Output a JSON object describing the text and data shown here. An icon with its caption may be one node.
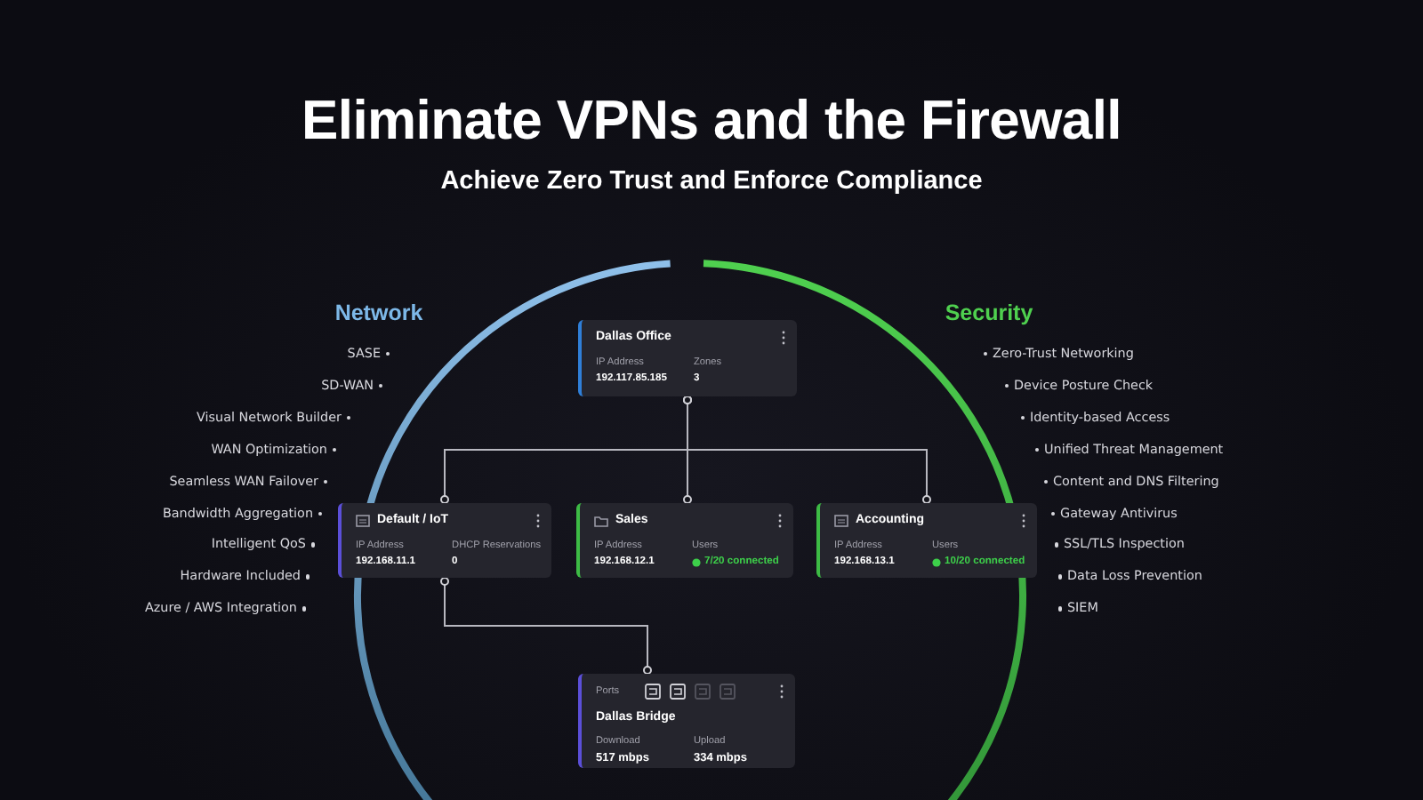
{
  "diagram": {
    "title": "Eliminate VPNs and the Firewall",
    "nodes": [
      {
        "text": [
          "Dallas Office",
          "IP Address",
          "192.117.85.185",
          "Zones",
          "3"
        ]
      },
      {
        "text": [
          "Default / IoT",
          "IP Address",
          "192.168.11.1",
          "DHCP Reservations",
          "0"
        ]
      },
      {
        "text": [
          "Sales",
          "IP Address",
          "192.168.12.1",
          "Users",
          "7/20 connected"
        ]
      },
      {
        "text": [
          "Accounting",
          "IP Address",
          "192.168.13.1",
          "Users",
          "10/20 connected"
        ]
      },
      {
        "text": [
          "Ports",
          "Dallas Bridge",
          "Download",
          "517 mbps",
          "Upload",
          "334 mbps"
        ]
      }
    ],
    "edges": [
      {
        "from": 0,
        "to": 1,
        "arrow": "other"
      },
      {
        "from": 0,
        "to": 2,
        "arrow": "other"
      },
      {
        "from": 0,
        "to": 3,
        "arrow": "other"
      },
      {
        "from": 1,
        "to": 4,
        "arrow": "other"
      }
    ],
    "labels": [
      "Achieve Zero Trust and Enforce Compliance",
      "Network",
      "SASE",
      "SD-WAN",
      "Visual Network Builder",
      "WAN Optimization",
      "Seamless WAN Failover",
      "Bandwidth Aggregation",
      "Intelligent QoS",
      "Hardware Included",
      "Azure / AWS Integration",
      "Security",
      "Zero-Trust Networking",
      "Device Posture Check",
      "Identity-based Access",
      "Unified Threat Management",
      "Content and DNS Filtering",
      "Gateway Antivirus",
      "SSL/TLS Inspection",
      "Data Loss Prevention",
      "SIEM"
    ]
  }
}
